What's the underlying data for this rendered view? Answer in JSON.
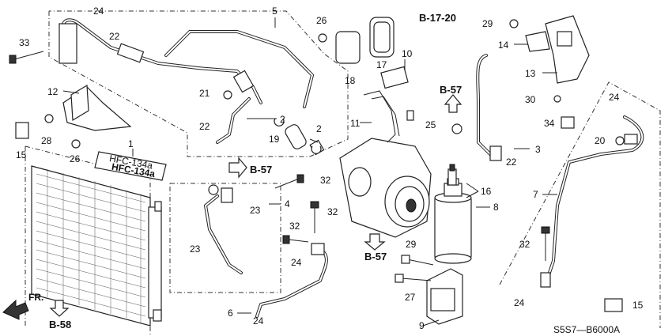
{
  "parts": [
    "1",
    "2",
    "2",
    "3",
    "4",
    "5",
    "6",
    "7",
    "8",
    "9",
    "10",
    "11",
    "12",
    "13",
    "14",
    "15",
    "15",
    "16",
    "17",
    "18",
    "19",
    "20",
    "21",
    "22",
    "22",
    "22",
    "23",
    "23",
    "24",
    "24",
    "24",
    "24",
    "25",
    "26",
    "26",
    "27",
    "28",
    "29",
    "29",
    "30",
    "32",
    "32",
    "32",
    "32",
    "33",
    "34"
  ],
  "refs": {
    "b1720": "B-17-20",
    "b57_a": "B-57",
    "b57_b": "B-57",
    "b57_c": "B-57",
    "b58": "B-58"
  },
  "front_label": "FR.",
  "diagram_code": "S5S7—B6000A",
  "condenser_tag": {
    "line1": "HFC-134a",
    "line2": "HFC-134a"
  }
}
